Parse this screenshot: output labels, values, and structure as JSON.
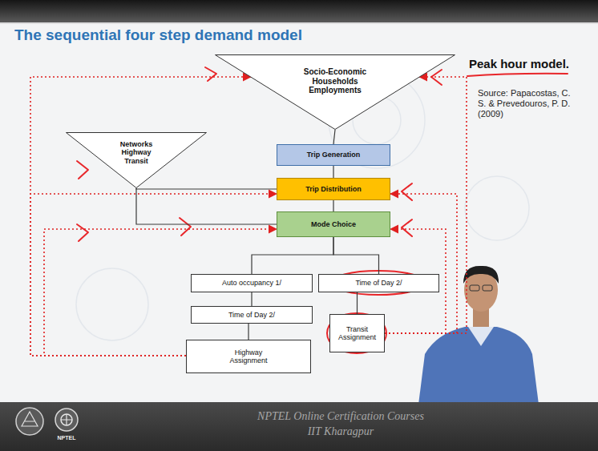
{
  "diagram": {
    "title": "The sequential four step demand model",
    "nodes": [
      {
        "text": [
          "Socio-Economic Households Employments"
        ]
      },
      {
        "text": [
          "Networks Highway Transit"
        ]
      },
      {
        "text": [
          "Trip Generation"
        ]
      },
      {
        "text": [
          "Trip Distribution"
        ]
      },
      {
        "text": [
          "Mode Choice"
        ]
      },
      {
        "text": [
          "Auto occupancy 1/"
        ]
      },
      {
        "text": [
          "Time of Day 2/"
        ]
      },
      {
        "text": [
          "Highway Assignment"
        ]
      },
      {
        "text": [
          "Time of Day 2/"
        ]
      },
      {
        "text": [
          "Transit Assignment"
        ]
      }
    ],
    "edges": [
      {
        "from": 0,
        "to": 2,
        "arrow": "none"
      },
      {
        "from": 2,
        "to": 3,
        "arrow": "none"
      },
      {
        "from": 3,
        "to": 4,
        "arrow": "none"
      },
      {
        "from": 1,
        "to": 3,
        "arrow": "none"
      },
      {
        "from": 1,
        "to": 4,
        "arrow": "none"
      },
      {
        "from": 4,
        "to": 5,
        "arrow": "none"
      },
      {
        "from": 4,
        "to": 8,
        "arrow": "none"
      },
      {
        "from": 5,
        "to": 6,
        "arrow": "none"
      },
      {
        "from": 6,
        "to": 7,
        "arrow": "none"
      },
      {
        "from": 8,
        "to": 9,
        "arrow": "none"
      },
      {
        "from": 7,
        "to": 0,
        "arrow": "to"
      },
      {
        "from": 7,
        "to": 3,
        "arrow": "to"
      },
      {
        "from": 7,
        "to": 4,
        "arrow": "to"
      },
      {
        "from": 9,
        "to": 0,
        "arrow": "to"
      },
      {
        "from": 9,
        "to": 3,
        "arrow": "to"
      },
      {
        "from": 9,
        "to": 4,
        "arrow": "to"
      }
    ],
    "labels": [
      "Peak hour model.",
      "Source: Papacostas, C. S. & Prevedouros, P. D.(2009)",
      "NPTEL Online Certification Courses",
      "IIT Kharagpur",
      "NPTEL"
    ]
  }
}
